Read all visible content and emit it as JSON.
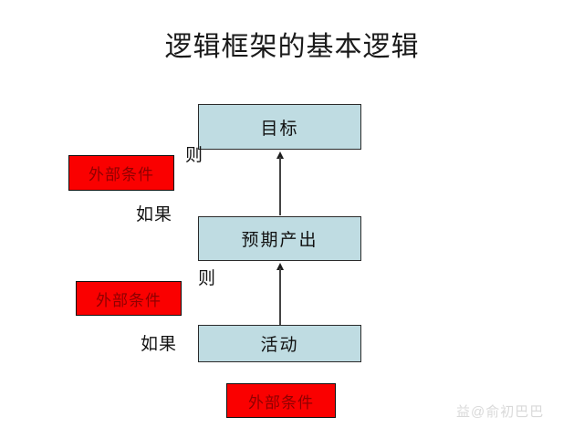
{
  "page": {
    "background": "#ffffff",
    "title": "逻辑框架的基本逻辑"
  },
  "diagram": {
    "type": "logical-framework-ladder",
    "nodes": [
      {
        "id": "goal",
        "label": "目标",
        "kind": "result",
        "fill": "#bfdce2",
        "border": "#2b2b2b",
        "text_color": "#111111"
      },
      {
        "id": "output",
        "label": "预期产出",
        "kind": "result",
        "fill": "#bfdce2",
        "border": "#2b2b2b",
        "text_color": "#111111"
      },
      {
        "id": "act",
        "label": "活动",
        "kind": "result",
        "fill": "#bfdce2",
        "border": "#2b2b2b",
        "text_color": "#111111"
      }
    ],
    "conditions": [
      {
        "id": "cond-a",
        "label": "外部条件",
        "fill": "#fa0000",
        "border": "#101010",
        "text_color": "#8f0000"
      },
      {
        "id": "cond-b",
        "label": "外部条件",
        "fill": "#fa0000",
        "border": "#101010",
        "text_color": "#8f0000"
      },
      {
        "id": "cond-c",
        "label": "外部条件",
        "fill": "#fa0000",
        "border": "#101010",
        "text_color": "#8f0000"
      }
    ],
    "connectors": [
      {
        "id": "then-1",
        "label": "则",
        "meaning": "then"
      },
      {
        "id": "if-1",
        "label": "如果",
        "meaning": "if"
      },
      {
        "id": "then-2",
        "label": "则",
        "meaning": "then"
      },
      {
        "id": "if-2",
        "label": "如果",
        "meaning": "if"
      }
    ],
    "arrows": [
      {
        "id": "arrow-upper",
        "from": "output",
        "to": "goal",
        "direction": "up",
        "color": "#444444"
      },
      {
        "id": "arrow-lower",
        "from": "act",
        "to": "output",
        "direction": "up",
        "color": "#444444"
      }
    ]
  },
  "watermark": {
    "text": "益@俞初巴巴",
    "color": "#d9d9d9"
  }
}
